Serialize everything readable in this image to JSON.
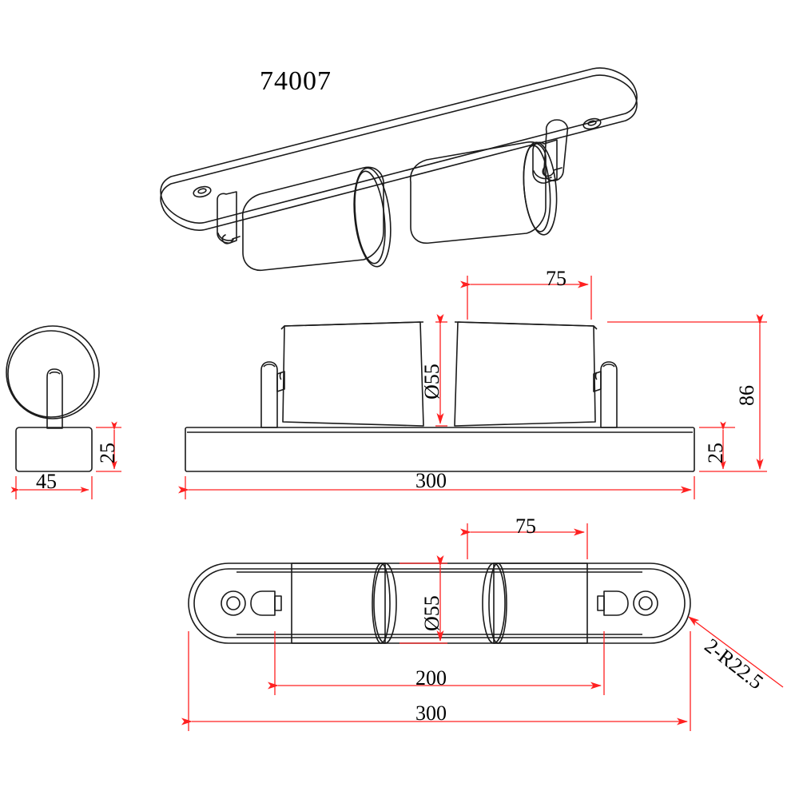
{
  "drawing": {
    "title": "74007",
    "line_color": "#1a1a1a",
    "dimension_color": "#ff2020",
    "text_color": "#000000",
    "background": "#ffffff"
  },
  "views": {
    "isometric": {
      "name": "isometric-view"
    },
    "side": {
      "name": "side-elevation-view"
    },
    "front": {
      "name": "front-elevation-view"
    },
    "plan": {
      "name": "plan-view"
    }
  },
  "dimensions": {
    "front_head_width": "75",
    "front_head_diameter": "Ø55",
    "front_overall_height": "86",
    "front_base_thickness": "25",
    "front_overall_length": "300",
    "side_base_width": "45",
    "side_base_height": "25",
    "plan_head_width": "75",
    "plan_head_diameter": "Ø55",
    "plan_center_spacing": "200",
    "plan_overall_length": "300",
    "plan_corner_radius": "2-R22.5"
  }
}
